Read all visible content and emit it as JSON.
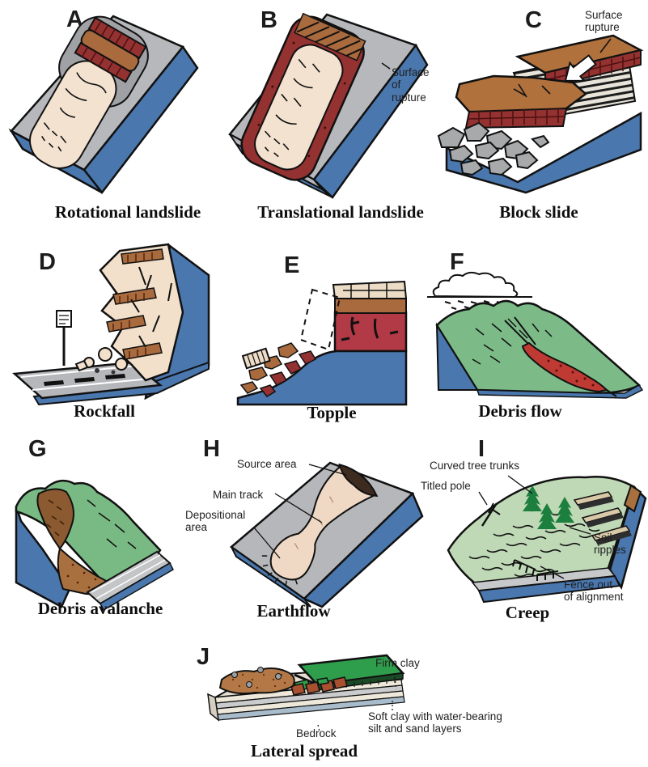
{
  "palette": {
    "background": "#ffffff",
    "bedrock_blue": "#4a77ae",
    "slope_gray": "#b6b8bc",
    "scarp_maroon": "#943131",
    "soil_brown": "#a96a3e",
    "slide_cream": "#f3e2cf",
    "vegetation_green": "#7cbb88",
    "pale_green": "#bfd8b5",
    "tree_green": "#1c7f3e",
    "cliff_red": "#b23946",
    "flow_red": "#bf3a33",
    "grass_green": "#2f9e4c",
    "boulder_gray": "#a7a9ab"
  },
  "panels": [
    {
      "letter": "A",
      "caption": "Rotational landslide",
      "annotations": []
    },
    {
      "letter": "B",
      "caption": "Translational landslide",
      "annotations": [
        {
          "text": "Surface\nof\nrupture"
        }
      ]
    },
    {
      "letter": "C",
      "caption": "Block slide",
      "annotations": [
        {
          "text": "Surface\nrupture"
        }
      ]
    },
    {
      "letter": "D",
      "caption": "Rockfall",
      "annotations": []
    },
    {
      "letter": "E",
      "caption": "Topple",
      "annotations": []
    },
    {
      "letter": "F",
      "caption": "Debris flow",
      "annotations": []
    },
    {
      "letter": "G",
      "caption": "Debris avalanche",
      "annotations": []
    },
    {
      "letter": "H",
      "caption": "Earthflow",
      "annotations": [
        {
          "text": "Source area"
        },
        {
          "text": "Main track"
        },
        {
          "text": "Depositional\narea"
        }
      ]
    },
    {
      "letter": "I",
      "caption": "Creep",
      "annotations": [
        {
          "text": "Curved tree trunks"
        },
        {
          "text": "Titled pole"
        },
        {
          "text": "Soil\nripples"
        },
        {
          "text": "Fence out\nof alignment"
        }
      ]
    },
    {
      "letter": "J",
      "caption": "Lateral spread",
      "annotations": [
        {
          "text": "Firm clay"
        },
        {
          "text": "Soft clay with water-bearing\nsilt and sand layers"
        },
        {
          "text": "Bedrock"
        }
      ]
    }
  ]
}
